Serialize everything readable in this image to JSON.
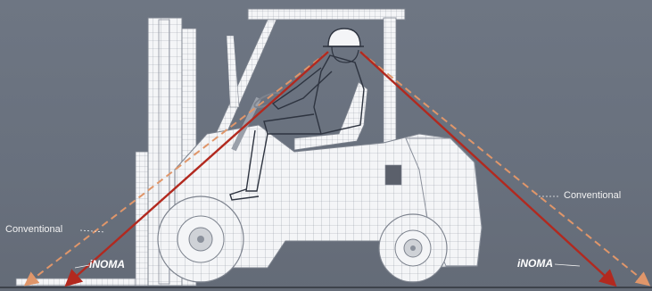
{
  "labels": {
    "conventional_left": "Conventional",
    "conventional_right": "Conventional",
    "brand_left": "iNOMA",
    "brand_right": "iNOMA"
  },
  "colors": {
    "background": "#6b7280",
    "wireframe": "#f4f5f7",
    "wire_line": "#8a909b",
    "inoma_line": "#b2291f",
    "conventional_line": "#e0966a",
    "operator": "#2e3440"
  },
  "icons": {
    "forklift": "forklift-wireframe-icon",
    "operator": "operator-silhouette-icon",
    "helmet": "hard-hat-icon"
  }
}
